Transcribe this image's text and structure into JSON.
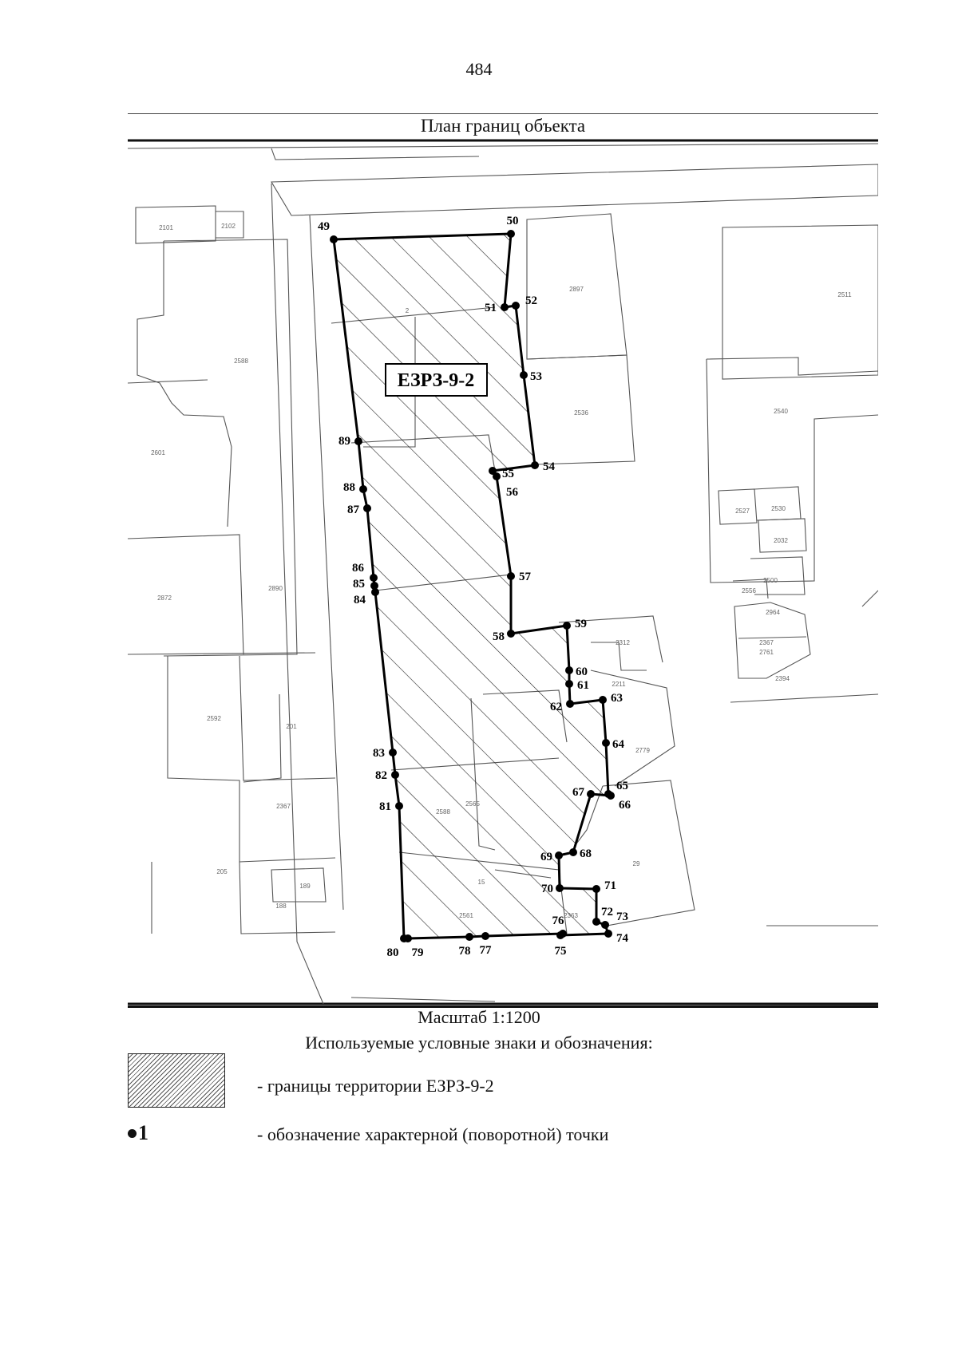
{
  "page_number": "484",
  "plan_title": "План границ объекта",
  "zone_label": "ЕЗРЗ-9-2",
  "parcel_labels": [
    "2101",
    "2102",
    "2897",
    "2",
    "2588",
    "2601",
    "2536",
    "2540",
    "2511",
    "2527",
    "2530",
    "2032",
    "2556",
    "2500",
    "2761",
    "2872",
    "2890",
    "2592",
    "201",
    "2367",
    "2588",
    "205",
    "2779",
    "2565",
    "15",
    "2561",
    "2363",
    "2394",
    "2367",
    "189",
    "188",
    "2312",
    "2211",
    "29",
    "2964"
  ],
  "points": [
    {
      "label": "49"
    },
    {
      "label": "50"
    },
    {
      "label": "51"
    },
    {
      "label": "52"
    },
    {
      "label": "53"
    },
    {
      "label": "54"
    },
    {
      "label": "55"
    },
    {
      "label": "56"
    },
    {
      "label": "57"
    },
    {
      "label": "58"
    },
    {
      "label": "59"
    },
    {
      "label": "60"
    },
    {
      "label": "61"
    },
    {
      "label": "62"
    },
    {
      "label": "63"
    },
    {
      "label": "64"
    },
    {
      "label": "65"
    },
    {
      "label": "66"
    },
    {
      "label": "67"
    },
    {
      "label": "68"
    },
    {
      "label": "69"
    },
    {
      "label": "70"
    },
    {
      "label": "71"
    },
    {
      "label": "72"
    },
    {
      "label": "73"
    },
    {
      "label": "74"
    },
    {
      "label": "75"
    },
    {
      "label": "76"
    },
    {
      "label": "77"
    },
    {
      "label": "78"
    },
    {
      "label": "79"
    },
    {
      "label": "80"
    },
    {
      "label": "81"
    },
    {
      "label": "82"
    },
    {
      "label": "83"
    },
    {
      "label": "84"
    },
    {
      "label": "85"
    },
    {
      "label": "86"
    },
    {
      "label": "87"
    },
    {
      "label": "88"
    },
    {
      "label": "89"
    }
  ],
  "scale": "Масштаб 1:1200",
  "legend": {
    "heading": "Используемые условные знаки и обозначения:",
    "boundary_text": "- границы территории ЕЗРЗ-9-2",
    "point_symbol_label": "1",
    "point_text": "- обозначение характерной (поворотной) точки"
  }
}
